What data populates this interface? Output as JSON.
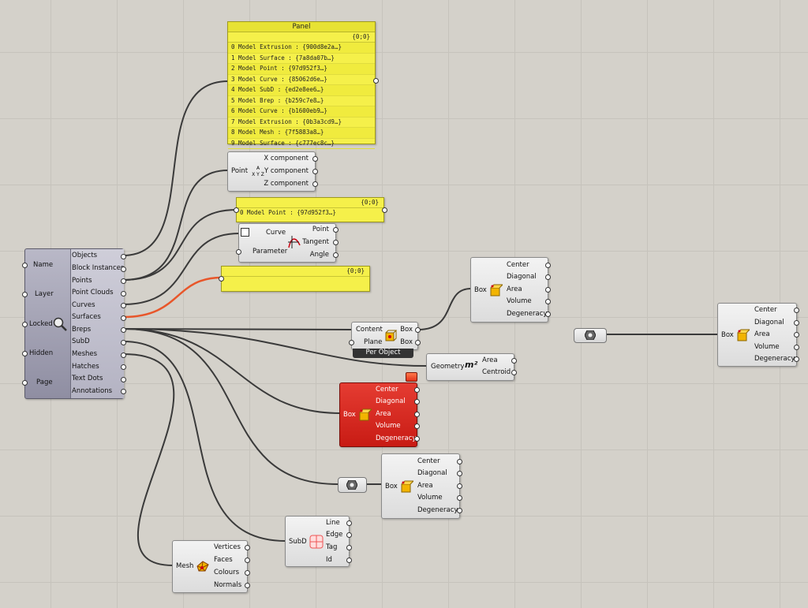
{
  "panel_main": {
    "title": "Panel",
    "path": "{0;0}",
    "rows": [
      "0 Model Extrusion : {900d8e2a…}",
      "1 Model Surface : {7a8da07b…}",
      "2 Model Point : {97d952f3…}",
      "3 Model Curve : {85062d6e…}",
      "4 Model SubD : {ed2e8ee6…}",
      "5 Model Brep : {b259c7e8…}",
      "6 Model Curve : {b1600eb9…}",
      "7 Model Extrusion : {0b3a3cd9…}",
      "8 Model Mesh : {7f5883a8…}",
      "9 Model Surface : {c777ec8c…}"
    ]
  },
  "panel_point": {
    "path": "{0;0}",
    "row": "0 Model Point : {97d952f3…}"
  },
  "panel_empty": {
    "path": "{0;0}"
  },
  "deconstruct_point": {
    "input": "Point",
    "outputs": [
      "X component",
      "Y component",
      "Z component"
    ]
  },
  "eval_curve": {
    "inputs": [
      "Curve",
      "Parameter"
    ],
    "outputs": [
      "Point",
      "Tangent",
      "Angle"
    ]
  },
  "query_objects": {
    "inputs": [
      "Name",
      "Layer",
      "Locked",
      "Hidden",
      "Page"
    ],
    "outputs": [
      "Objects",
      "Block Instances",
      "Points",
      "Point Clouds",
      "Curves",
      "Surfaces",
      "Breps",
      "SubD",
      "Meshes",
      "Hatches",
      "Text Dots",
      "Annotations"
    ]
  },
  "box_props_outputs": [
    "Center",
    "Diagonal",
    "Area",
    "Volume",
    "Degeneracy"
  ],
  "box_input": "Box",
  "bounding_box": {
    "inputs": [
      "Content",
      "Plane"
    ],
    "outputs": [
      "Box",
      "Box"
    ],
    "mode": "Per Object"
  },
  "area": {
    "input": "Geometry",
    "outputs": [
      "Area",
      "Centroid"
    ]
  },
  "subd": {
    "input": "SubD",
    "outputs": [
      "Line",
      "Edge",
      "Tag",
      "Id"
    ]
  },
  "mesh": {
    "input": "Mesh",
    "outputs": [
      "Vertices",
      "Faces",
      "Colours",
      "Normals"
    ]
  },
  "colors": {
    "panel": "#f5f04a",
    "error": "#d3241c",
    "selected_wire": "#e8562a",
    "canvas": "#d4d1ca"
  }
}
